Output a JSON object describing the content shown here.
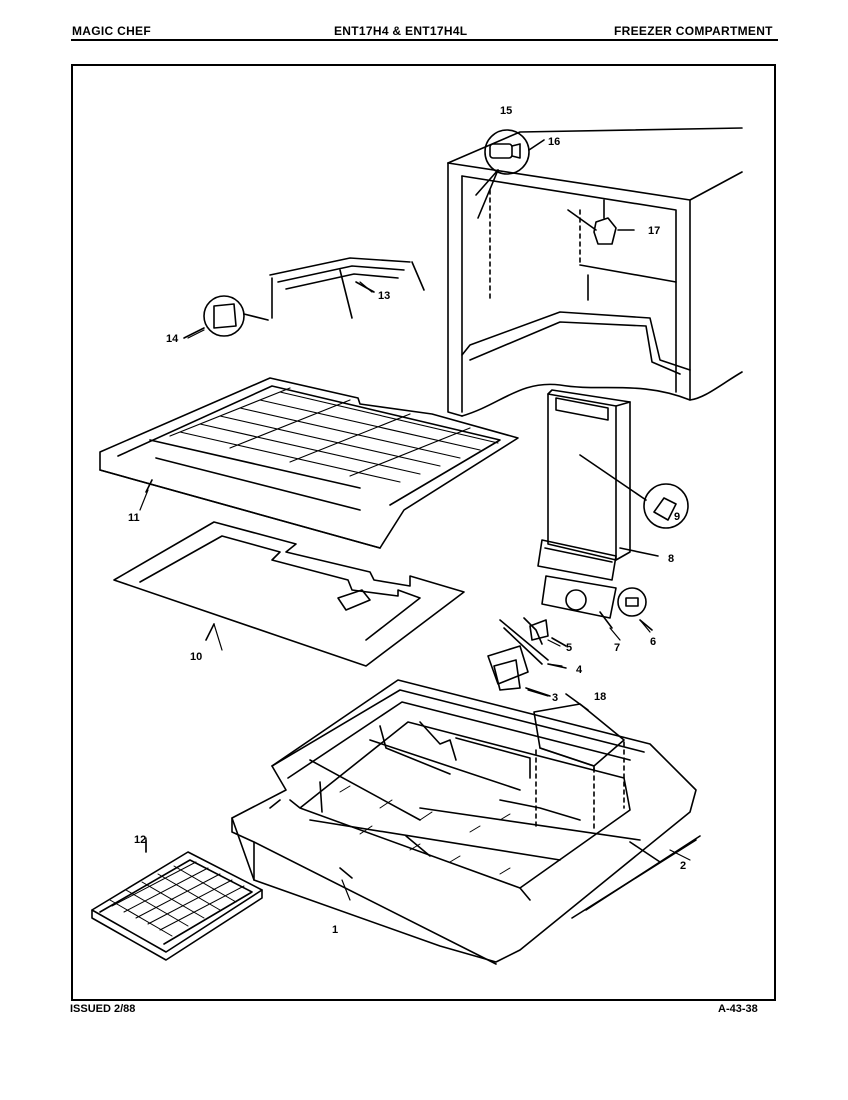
{
  "header": {
    "brand": "MAGIC CHEF",
    "model": "ENT17H4 & ENT17H4L",
    "section": "FREEZER COMPARTMENT"
  },
  "footer": {
    "issued": "ISSUED 2/88",
    "page_code": "A-43-38"
  },
  "callouts": {
    "c1": "1",
    "c2": "2",
    "c3": "3",
    "c4": "4",
    "c5": "5",
    "c6": "6",
    "c7": "7",
    "c8": "8",
    "c9": "9",
    "c10": "10",
    "c11": "11",
    "c12": "12",
    "c13": "13",
    "c14": "14",
    "c15": "15",
    "c16": "16",
    "c17": "17",
    "c18": "18"
  }
}
